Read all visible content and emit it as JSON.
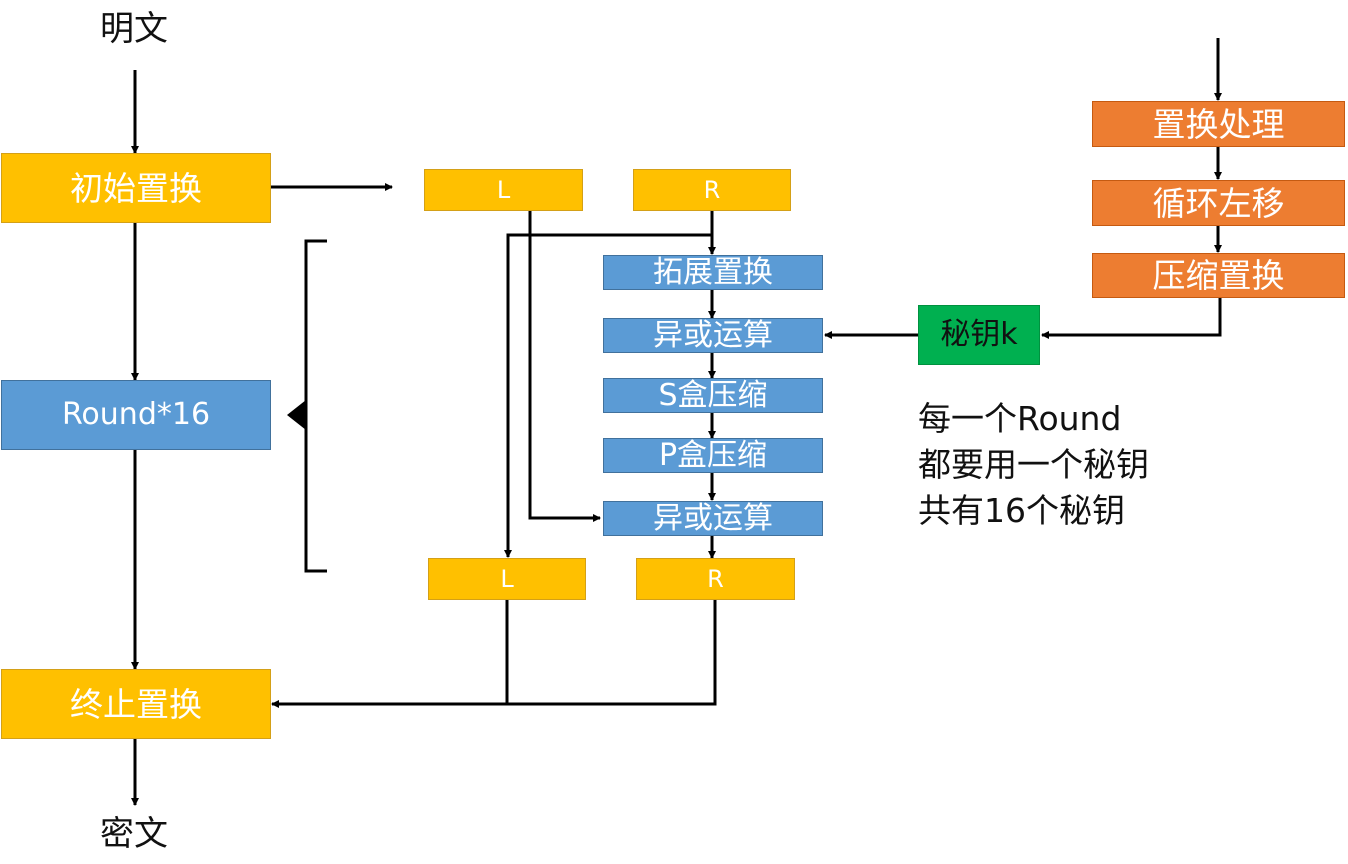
{
  "diagram": {
    "plaintext_label": "明文",
    "ciphertext_label": "密文",
    "initial_permutation": "初始置换",
    "round": "Round*16",
    "final_permutation": "终止置换",
    "left_top": "L",
    "right_top": "R",
    "left_bottom": "L",
    "right_bottom": "R",
    "f_steps": {
      "expansion": "拓展置换",
      "xor_key": "异或运算",
      "sbox": "S盒压缩",
      "pbox": "P盒压缩",
      "xor_left": "异或运算"
    },
    "key_schedule": {
      "permutation": "置换处理",
      "rotate": "循环左移",
      "compression": "压缩置换",
      "subkey": "秘钥k"
    },
    "note": {
      "line1": "每一个Round",
      "line2": "都要用一个秘钥",
      "line3": "共有16个秘钥"
    }
  },
  "colors": {
    "main_block": "#FFC000",
    "f_function_block": "#5B9BD5",
    "key_block": "#ED7D31",
    "subkey_block": "#00B050",
    "arrow": "#000000"
  }
}
